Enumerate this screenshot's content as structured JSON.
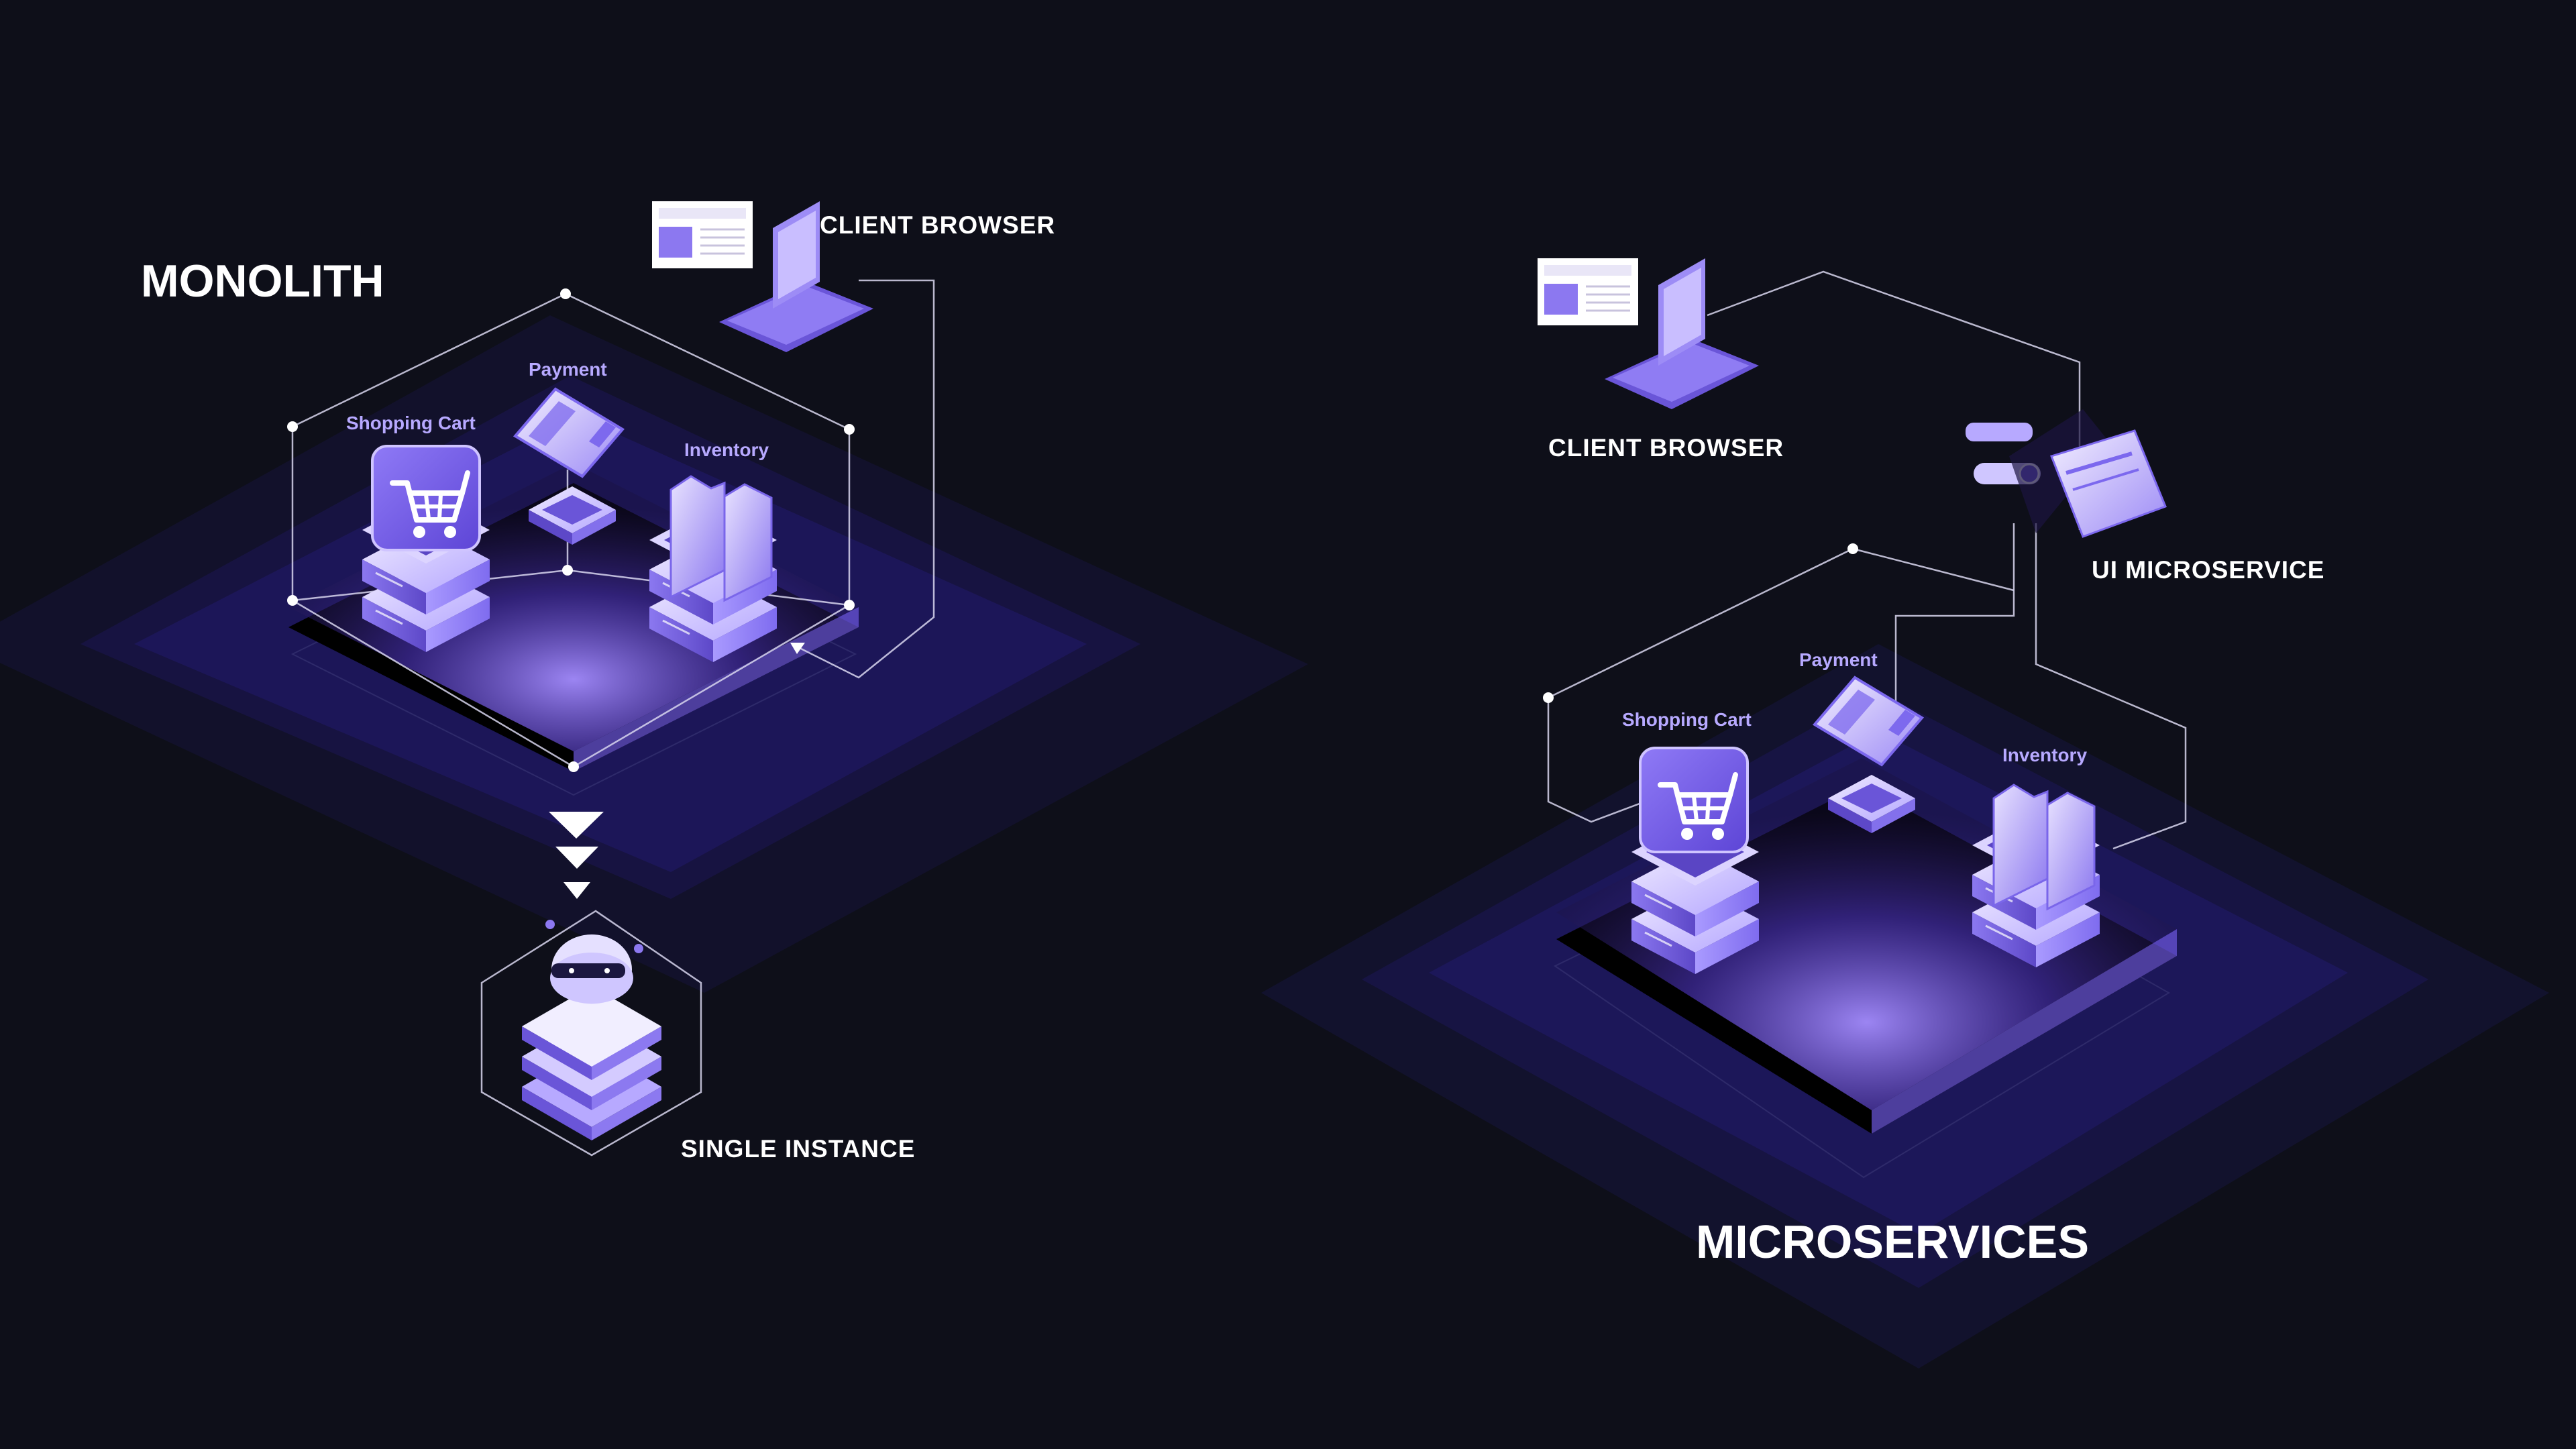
{
  "monolith": {
    "title": "MONOLITH",
    "client_browser": "CLIENT BROWSER",
    "single_instance": "SINGLE INSTANCE",
    "modules": {
      "payment": "Payment",
      "shopping_cart": "Shopping Cart",
      "inventory": "Inventory"
    }
  },
  "microservices": {
    "title": "MICROSERVICES",
    "client_browser": "CLIENT BROWSER",
    "ui_microservice": "UI MICROSERVICE",
    "modules": {
      "payment": "Payment",
      "shopping_cart": "Shopping Cart",
      "inventory": "Inventory"
    }
  },
  "colors": {
    "background": "#0e0f19",
    "accent": "#7a5cff",
    "accent_light": "#b7a9ff",
    "text": "#ffffff"
  },
  "icons": {
    "browser": "laptop-icon",
    "payment": "credit-card-icon",
    "cart": "shopping-cart-icon",
    "inventory": "folder-icon",
    "instance": "robot-icon",
    "ui_service": "toggle-window-icon"
  }
}
